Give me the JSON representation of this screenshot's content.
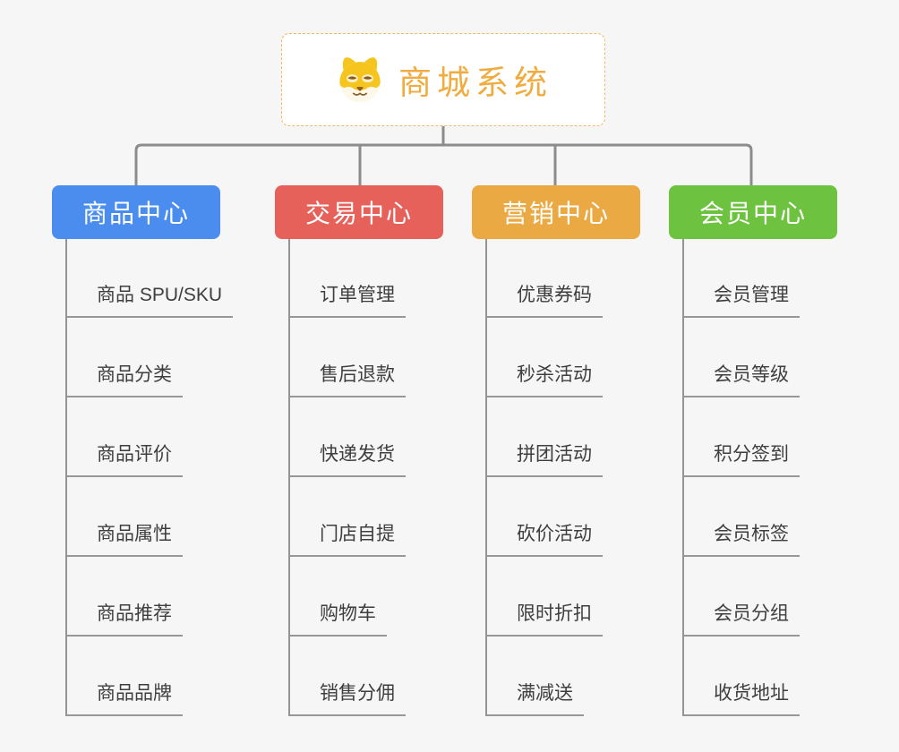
{
  "diagram": {
    "type": "mindmap-tree",
    "background_color": "#f5f6f5",
    "connector_color": "#8c8c8c",
    "underline_color": "#979797"
  },
  "root": {
    "title": "商城系统",
    "icon": "dog-face-icon",
    "text_color": "#f0ac40",
    "border_color": "#f2b956",
    "background_color": "#ffffff"
  },
  "branches": [
    {
      "id": "product-center",
      "label": "商品中心",
      "color": "#4a8dee",
      "children": [
        "商品 SPU/SKU",
        "商品分类",
        "商品评价",
        "商品属性",
        "商品推荐",
        "商品品牌"
      ]
    },
    {
      "id": "trade-center",
      "label": "交易中心",
      "color": "#e5615a",
      "children": [
        "订单管理",
        "售后退款",
        "快递发货",
        "门店自提",
        "购物车",
        "销售分佣"
      ]
    },
    {
      "id": "marketing-center",
      "label": "营销中心",
      "color": "#eaa942",
      "children": [
        "优惠券码",
        "秒杀活动",
        "拼团活动",
        "砍价活动",
        "限时折扣",
        "满减送"
      ]
    },
    {
      "id": "member-center",
      "label": "会员中心",
      "color": "#6dc23f",
      "children": [
        "会员管理",
        "会员等级",
        "积分签到",
        "会员标签",
        "会员分组",
        "收货地址"
      ]
    }
  ]
}
